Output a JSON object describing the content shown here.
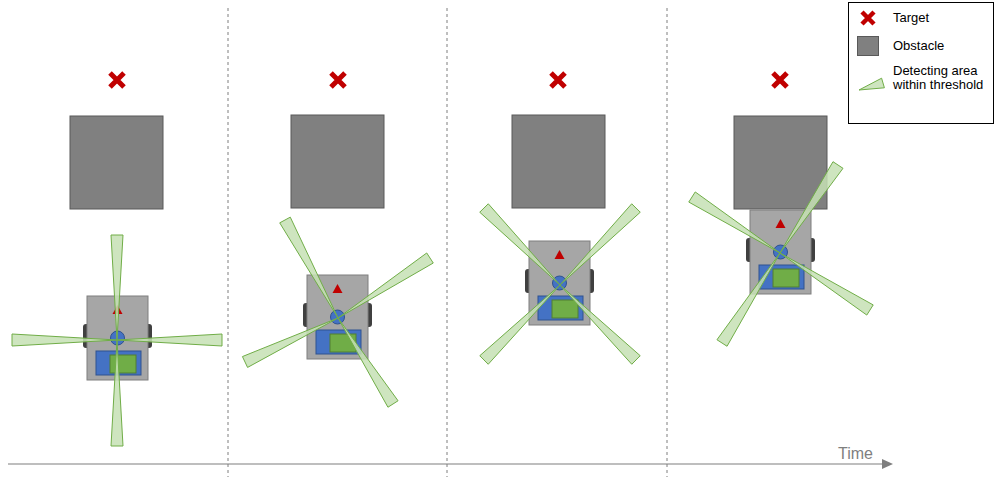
{
  "diagram": {
    "labels": [
      "Time"
    ],
    "legend": [
      {
        "text": "Target"
      },
      {
        "text": "Obstacle",
        "color": "#808080"
      },
      {
        "text": "Detecting area within threshold"
      }
    ]
  }
}
